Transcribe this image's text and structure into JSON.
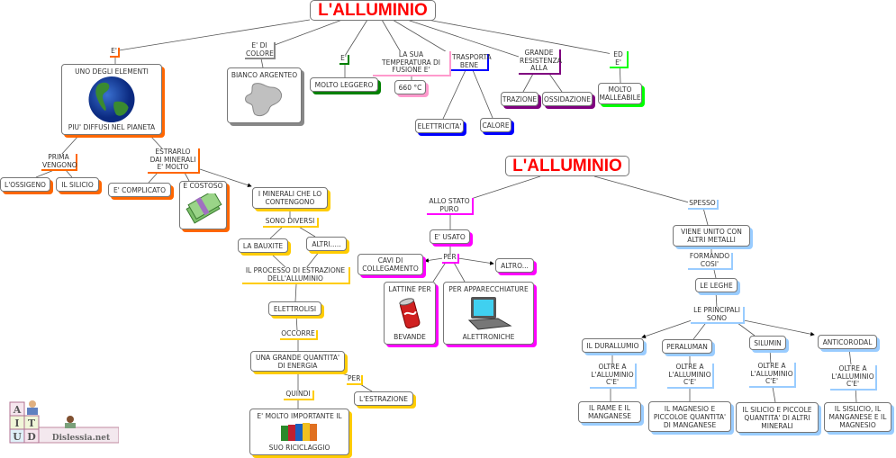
{
  "colors": {
    "orange": "#ff6600",
    "gray": "#888888",
    "green": "#008000",
    "pink": "#ff99cc",
    "blue": "#0000ff",
    "purple": "#800080",
    "lime": "#00ff00",
    "yellow": "#ffcc00",
    "magenta": "#ff00ff",
    "lightblue": "#99ccff",
    "title": "#ff0000"
  },
  "top": {
    "title": "L'ALLUMINIO",
    "e1": "E'",
    "elements_top": "UNO DEGLI ELEMENTI",
    "elements_bottom": "PIU' DIFFUSI NEL PIANETA",
    "elements_icon": "earth-globe-icon",
    "prima_vengono": "PRIMA VENGONO",
    "ossigeno": "L'OSSIGENO",
    "silicio": "IL SILICIO",
    "estrarlo": "ESTRARLO DAI MINERALI E' MOLTO",
    "complicato": "E' COMPLICATO",
    "costoso": "E COSTOSO",
    "costoso_icon": "money-icon",
    "di_colore": "E' DI COLORE",
    "bianco": "BIANCO ARGENTEO",
    "bianco_icon": "aluminium-blob-icon",
    "e2": "E'",
    "leggero": "MOLTO LEGGERO",
    "temperatura": "LA SUA TEMPERATURA DI FUSIONE E'",
    "fusione": "660 °C",
    "trasporta": "TRASPORTA BENE",
    "elettricita": "ELETTRICITA'",
    "calore": "CALORE",
    "resistenza": "GRANDE RESISTENZA ALLA",
    "trazione": "TRAZIONE",
    "ossidazione": "OSSIDAZIONE",
    "ed_e": "ED E'",
    "malleabile": "MOLTO MALLEABILE"
  },
  "process": {
    "minerali": "I MINERALI CHE LO CONTENGONO",
    "sono_diversi": "SONO DIVERSI",
    "bauxite": "LA BAUXITE",
    "altri": "ALTRI.....",
    "processo": "IL PROCESSO DI ESTRAZIONE DELL'ALLUMINIO",
    "elettrolisi": "ELETTROLISI",
    "occorre": "OCCORRE",
    "energia": "UNA GRANDE QUANTITA' DI ENERGIA",
    "per": "PER",
    "estrazione": "L'ESTRAZIONE",
    "quindi": "QUINDI",
    "riciclo_top": "E' MOLTO IMPORTANTE IL",
    "riciclo_bottom": "SUO RICICLAGGIO",
    "riciclo_icon": "recycling-bins-icon"
  },
  "second": {
    "title": "L'ALLUMINIO",
    "puro": "ALLO STATO PURO",
    "usato": "E' USATO",
    "per": "PER",
    "cavi": "CAVI DI COLLEGAMENTO",
    "altro": "ALTRO...",
    "lattine_top": "LATTINE PER",
    "lattine_bottom": "BEVANDE",
    "lattine_icon": "soda-can-icon",
    "app_top": "PER APPARECCHIATURE",
    "app_bottom": "ALETTRONICHE",
    "app_icon": "laptop-icon",
    "spesso": "SPESSO",
    "unito": "VIENE UNITO CON ALTRI METALLI",
    "formando": "FORMANDO COSI'",
    "leghe": "LE LEGHE",
    "principali": "LE PRINCIPALI SONO",
    "alloys": [
      {
        "name": "IL DURALLUMIO",
        "link": "OLTRE A L'ALLUMINIO C'E'",
        "content": "IL RAME E IL MANGANESE"
      },
      {
        "name": "PERALUMAN",
        "link": "OLTRE A L'ALLUMINIO C'E'",
        "content": "IL MAGNESIO E PICCOLOE QUANTITA' DI MANGANESE"
      },
      {
        "name": "SILUMIN",
        "link": "OLTRE A L'ALLUMINIO C'E'",
        "content": "IL SILICIO E PICCOLE QUANTITA' DI ALTRI MINERALI"
      },
      {
        "name": "ANTICORODAL",
        "link": "OLTRE A L'ALLUMINIO C'E'",
        "content": "IL SISLICIO, IL MANGANESE E IL MAGNESIO"
      }
    ]
  },
  "logo": {
    "blocks": [
      "A",
      "I",
      "T",
      "U",
      "D"
    ],
    "text": "Dislessia.net"
  }
}
